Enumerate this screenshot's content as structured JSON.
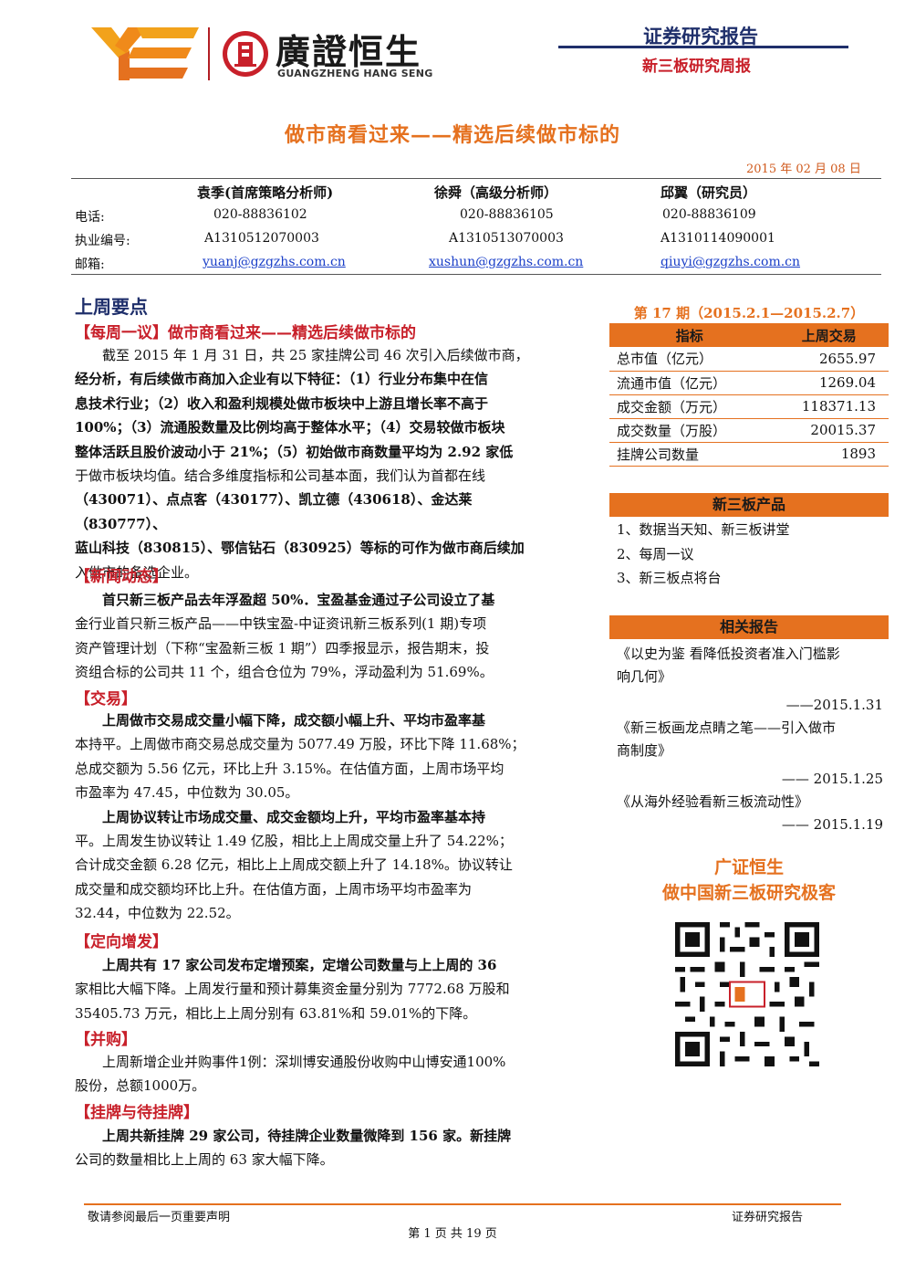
{
  "header": {
    "logo_cn": "廣證恒生",
    "logo_en": "GUANGZHENG HANG SENG",
    "report_type": "证券研究报告",
    "report_sub": "新三板研究周报"
  },
  "title": "做市商看过来——精选后续做市标的",
  "date": "2015 年 02 月 08 日",
  "authors": {
    "names": [
      "袁季(首席策略分析师)",
      "徐舜（高级分析师）",
      "邱翼（研究员）"
    ],
    "phone_label": "电话:",
    "phones": [
      "020-88836102",
      "020-88836105",
      "020-88836109"
    ],
    "license_label": "执业编号:",
    "licenses": [
      "A1310512070003",
      "A1310513070003",
      "A1310114090001"
    ],
    "email_label": "邮箱:",
    "emails": [
      "yuanj@gzgzhs.com.cn",
      "xushun@gzgzhs.com.cn",
      "qiuyi@gzgzhs.com.cn"
    ]
  },
  "main": {
    "heading": "上周要点",
    "s1_title": "【每周一议】做市商看过来——精选后续做市标的",
    "s1_lines": [
      "截至 2015 年 1 月 31 日，共 25 家挂牌公司 46 次引入后续做市商，",
      "经分析，有后续做市商加入企业有以下特征：（1）行业分布集中在信",
      "息技术行业；（2）收入和盈利规模处做市板块中上游且增长率不高于",
      "100%；（3）流通股数量及比例均高于整体水平；（4）交易较做市板块",
      "整体活跃且股价波动小于 21%；（5）初始做市商数量平均为 2.92 家低",
      "于做市板块均值。结合多维度指标和公司基本面，我们认为首都在线",
      "（430071）、点点客（430177）、凯立德（430618）、金达莱（830777）、",
      "蓝山科技（830815）、鄂信钻石（830925）等标的可作为做市商后续加",
      "入做市的备选企业。"
    ],
    "s2_title": "【新闻动态】",
    "s2_lines": [
      "首只新三板产品去年浮盈超 50%．宝盈基金通过子公司设立了基",
      "金行业首只新三板产品——中铁宝盈-中证资讯新三板系列(1 期)专项",
      "资产管理计划（下称“宝盈新三板 1 期”）四季报显示，报告期末，投",
      "资组合标的公司共 11 个，组合仓位为 79%，浮动盈利为 51.69%。"
    ],
    "s3_title": "【交易】",
    "s3_p1": [
      "上周做市交易成交量小幅下降，成交额小幅上升、平均市盈率基",
      "本持平。上周做市商交易总成交量为 5077.49 万股，环比下降 11.68%；",
      "总成交额为 5.56 亿元，环比上升 3.15%。在估值方面，上周市场平均",
      "市盈率为 47.45，中位数为 30.05。"
    ],
    "s3_p2": [
      "上周协议转让市场成交量、成交金额均上升，平均市盈率基本持",
      "平。上周发生协议转让 1.49 亿股，相比上上周成交量上升了 54.22%；",
      "合计成交金额 6.28 亿元，相比上上周成交额上升了 14.18%。协议转让",
      "成交量和成交额均环比上升。在估值方面，上周市场平均市盈率为",
      "32.44，中位数为 22.52。"
    ],
    "s4_title": "【定向增发】",
    "s4_lines": [
      "上周共有 17 家公司发布定增预案，定增公司数量与上上周的 36",
      "家相比大幅下降。上周发行量和预计募集资金量分别为 7772.68 万股和",
      "35405.73 万元，相比上上周分别有 63.81%和 59.01%的下降。"
    ],
    "s5_title": "【并购】",
    "s5_lines": [
      "上周新增企业并购事件1例：深圳博安通股份收购中山博安通100%",
      "股份，总额1000万。"
    ],
    "s6_title": "【挂牌与待挂牌】",
    "s6_lines": [
      "上周共新挂牌 29 家公司，待挂牌企业数量微降到 156 家。新挂牌",
      "公司的数量相比上上周的 63 家大幅下降。"
    ]
  },
  "sidebar": {
    "period": "第 17 期（2015.2.1—2015.2.7）",
    "table_headers": [
      "指标",
      "上周交易"
    ],
    "table_rows": [
      {
        "name": "总市值（亿元）",
        "value": "2655.97"
      },
      {
        "name": "流通市值（亿元）",
        "value": "1269.04"
      },
      {
        "name": "成交金额（万元）",
        "value": "118371.13"
      },
      {
        "name": "成交数量（万股）",
        "value": "20015.37"
      },
      {
        "name": "挂牌公司数量",
        "value": "1893"
      }
    ],
    "products_title": "新三板产品",
    "products": [
      "1、数据当天知、新三板讲堂",
      "2、每周一议",
      "3、新三板点将台"
    ],
    "related_title": "相关报告",
    "related": [
      {
        "title_l1": "《以史为鉴 看降低投资者准入门槛影",
        "title_l2": "响几何》",
        "date": "——2015.1.31"
      },
      {
        "title_l1": "《新三板画龙点睛之笔——引入做市",
        "title_l2": "商制度》",
        "date": "—— 2015.1.25"
      },
      {
        "title_l1": "《从海外经验看新三板流动性》",
        "title_l2": "",
        "date": "—— 2015.1.19"
      }
    ],
    "promo_l1": "广证恒生",
    "promo_l2": "做中国新三板研究极客"
  },
  "footer": {
    "left": "敬请参阅最后一页重要声明",
    "right": "证券研究报告",
    "page": "第 1 页 共 19 页"
  }
}
